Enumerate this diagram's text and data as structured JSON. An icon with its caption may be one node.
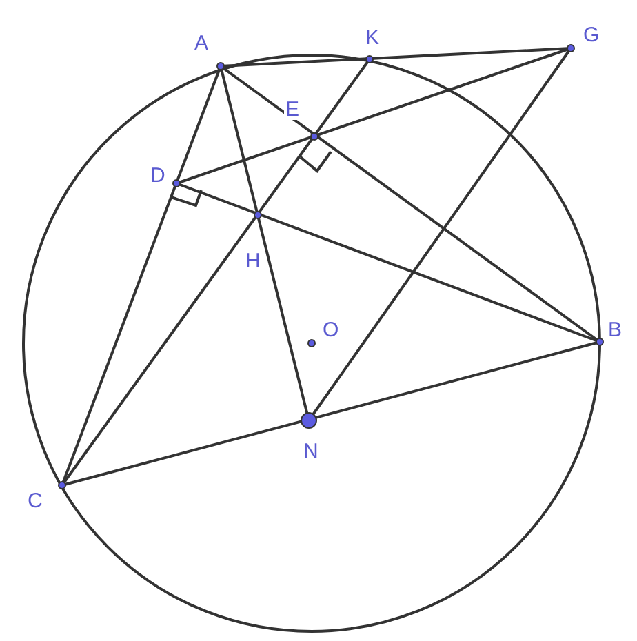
{
  "diagram": {
    "labels": [
      "A",
      "K",
      "G",
      "E",
      "D",
      "H",
      "O",
      "B",
      "N",
      "C"
    ]
  }
}
